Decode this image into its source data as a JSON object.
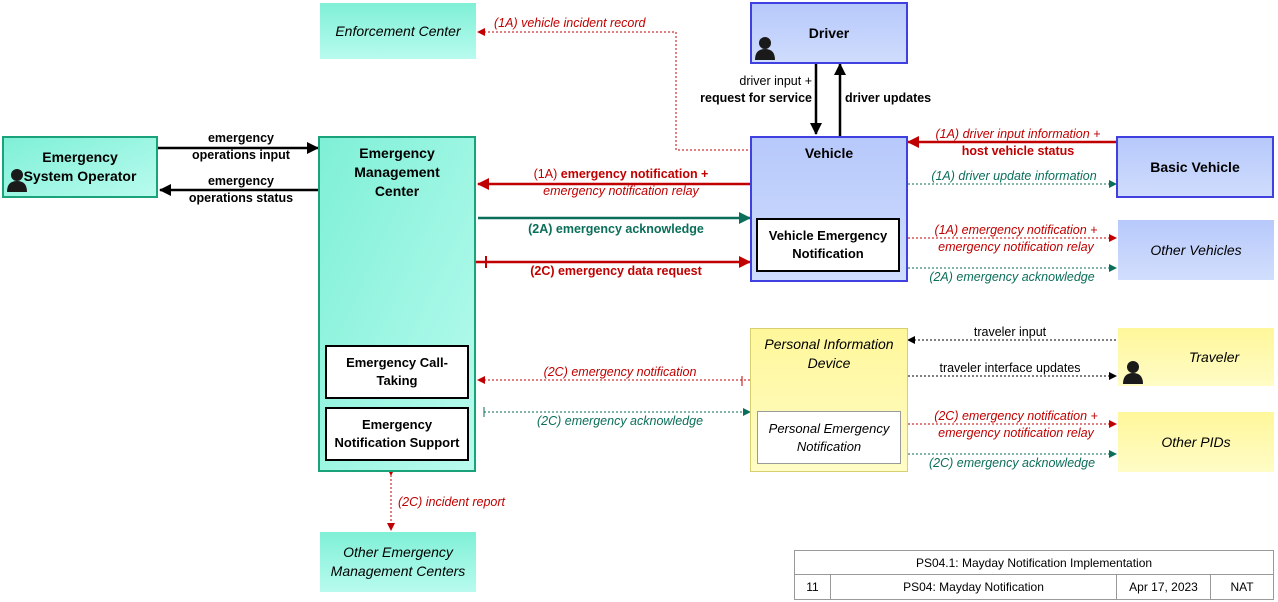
{
  "nodes": {
    "enforcement": "Enforcement Center",
    "driver": "Driver",
    "eso": "Emergency System Operator",
    "emc": "Emergency Management Center",
    "emc_sub1": "Emergency Call-Taking",
    "emc_sub2": "Emergency Notification Support",
    "vehicle": "Vehicle",
    "vehicle_sub": "Vehicle Emergency Notification",
    "basic_vehicle": "Basic Vehicle",
    "other_vehicles": "Other Vehicles",
    "pid": "Personal Information Device",
    "pid_sub": "Personal Emergency Notification",
    "traveler": "Traveler",
    "other_pids": "Other PIDs",
    "other_emc": "Other Emergency Management Centers"
  },
  "flows": {
    "vehicle_incident_record": "(1A) vehicle incident record",
    "driver_input_1": "driver input +",
    "driver_input_2": "request for service",
    "driver_updates": "driver updates",
    "ops_input": "emergency operations input",
    "ops_status": "emergency operations status",
    "driver_input_info_1": "(1A) driver input information +",
    "driver_input_info_2": "host vehicle status",
    "em_notif_1a_tag": "(1A)",
    "em_notif_1a": "emergency notification +",
    "em_notif_relay": "emergency notification relay",
    "driver_update_info": "(1A) driver update information",
    "em_ack_2a": "(2A) emergency acknowledge",
    "ov_notif_1": "(1A) emergency notification +",
    "ov_notif_2": "emergency notification relay",
    "em_data_req": "(2C) emergency data request",
    "ov_ack": "(2A) emergency acknowledge",
    "traveler_input": "traveler input",
    "traveler_updates": "traveler interface updates",
    "pid_em_notif": "(2C) emergency notification",
    "pid_em_ack": "(2C) emergency acknowledge",
    "opid_notif_1": "(2C) emergency notification +",
    "opid_notif_2": "emergency notification relay",
    "opid_ack": "(2C) emergency acknowledge",
    "incident_report": "(2C) incident report"
  },
  "title_block": {
    "title": "PS04.1: Mayday Notification Implementation",
    "number": "11",
    "name": "PS04: Mayday Notification",
    "date": "Apr 17, 2023",
    "org": "NAT"
  },
  "colors": {
    "teal": "#7ff0d6",
    "blue": "#b7c9fb",
    "yellow": "#fff79a",
    "red_flow": "#c00000",
    "green_flow": "#0b6e5a"
  }
}
